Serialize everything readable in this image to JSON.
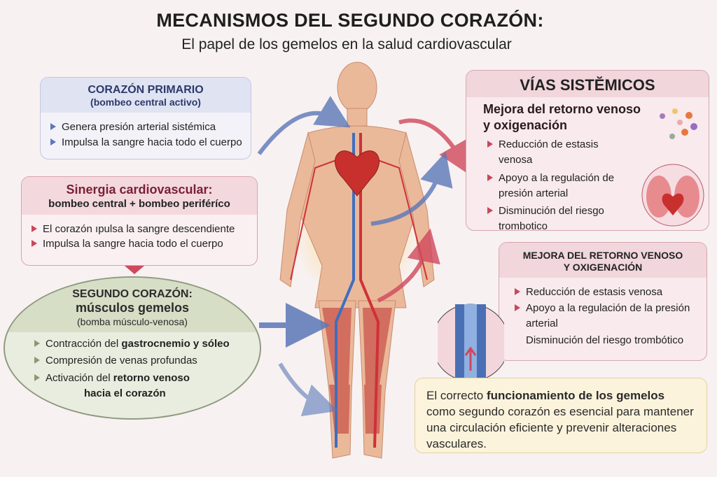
{
  "title": "MECANISMOS DEL SEGUNDO CORAZÓN:",
  "subtitle": "El papel de los gemelos en la salud cardiovascular",
  "primary": {
    "title": "CORAZÓN PRIMARIO",
    "subtitle": "(bombeo central activo)",
    "items": [
      "Genera presión arterial sistémica",
      "Impulsa la sangre hacia todo el cuerpo"
    ]
  },
  "synergy": {
    "title": "Sinergia cardiovascular:",
    "subtitle": "bombeo central + bombeo periféríco",
    "items": [
      "El corazón ıpulsa la sangre descendiente",
      "Impulsa la sangre hacia todo el cuerpo"
    ]
  },
  "second": {
    "title": "SEGUNDO CORAZÓN:",
    "title2": "músculos gemelos",
    "subtitle": "(bomba músculo-venosa)",
    "items": [
      {
        "a": "Contracción del ",
        "b": "gastrocnemio y sóleo"
      },
      {
        "a": "Compresión de venas profundas",
        "b": ""
      },
      {
        "a": "Activación del ",
        "b": "retorno venoso",
        "c": "hacia el corazón"
      }
    ]
  },
  "systemic": {
    "title": "VÍAS SISTĔMICOS",
    "lead": "Mejora del retorno venoso",
    "lead2": "y oxigenación",
    "items": [
      "Reducción de estasis venosa",
      "Apoyo a la regulación de",
      "presión arterial",
      "Disminución del riesgo",
      "trombotico"
    ]
  },
  "venous": {
    "title": "MEJORA DEL RETORNO VENOSO",
    "title2": "Y OXIGENACIÓN",
    "items": [
      "Reducción de estasis venosa",
      "Apoyo a la regulación de la presión",
      "arterial",
      "Disminución del riesgo trombótico"
    ]
  },
  "conclusion": {
    "a": "El correcto ",
    "b": "funcionamiento de los gemelos",
    "c": "como segundo corazón es esencial para mantener una circulación eficiente y prevenir alteraciones vasculares."
  },
  "colors": {
    "blue": "#5b78b8",
    "red": "#d0485c",
    "green": "#e6ebda",
    "yellow": "#fbf3db"
  }
}
